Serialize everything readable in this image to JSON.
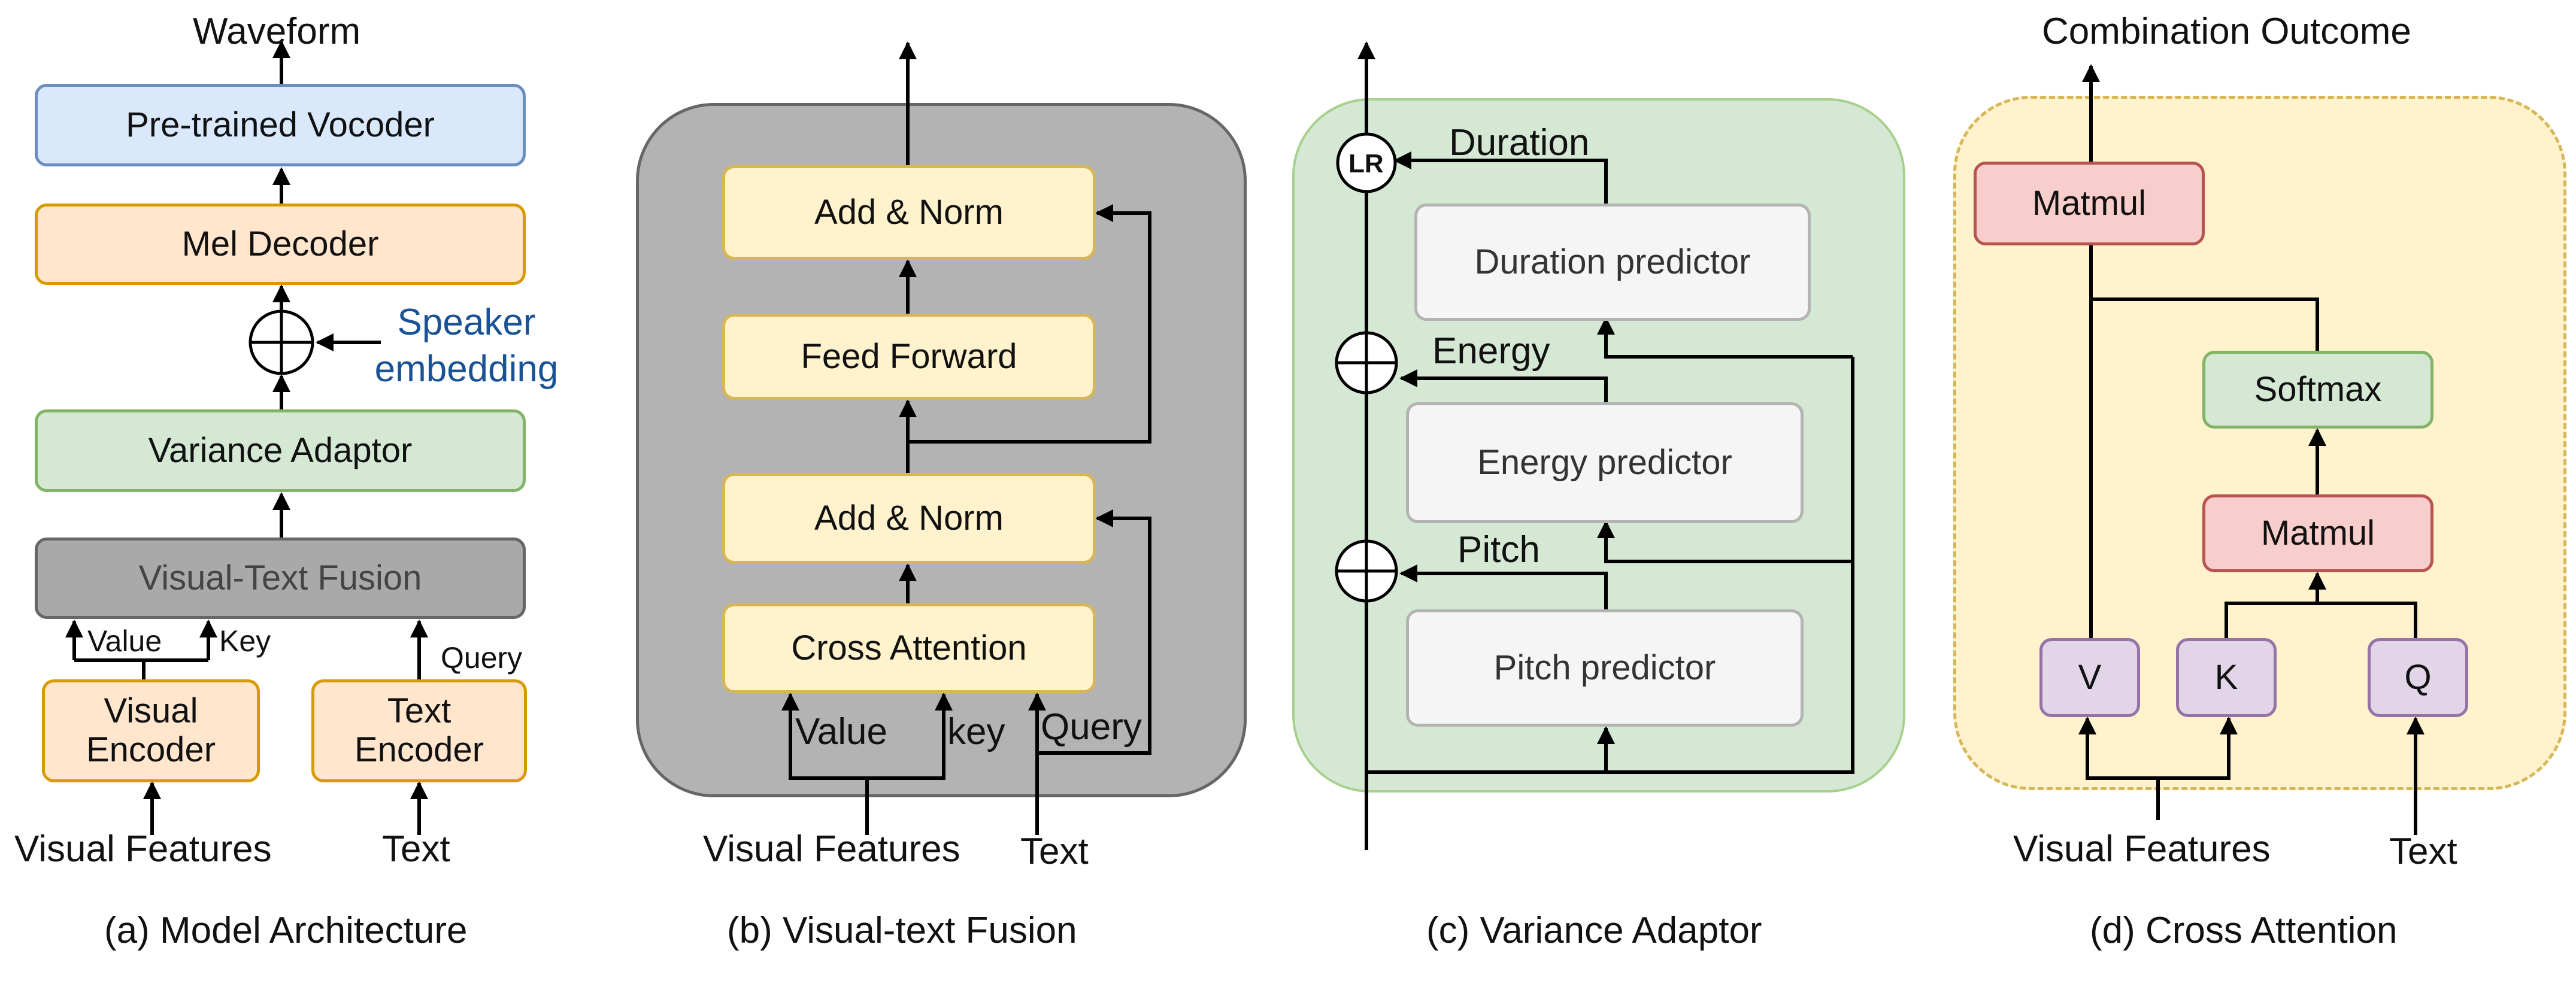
{
  "panel_a": {
    "output_label": "Waveform",
    "vocoder": "Pre-trained Vocoder",
    "mel_decoder": "Mel Decoder",
    "speaker_embedding_line1": "Speaker",
    "speaker_embedding_line2": "embedding",
    "variance_adaptor": "Variance Adaptor",
    "fusion": "Visual-Text Fusion",
    "value_label": "Value",
    "key_label": "Key",
    "query_label": "Query",
    "visual_encoder_line1": "Visual",
    "visual_encoder_line2": "Encoder",
    "text_encoder_line1": "Text",
    "text_encoder_line2": "Encoder",
    "input_visual": "Visual Features",
    "input_text": "Text",
    "caption": "(a) Model Architecture"
  },
  "panel_b": {
    "add_norm_top": "Add & Norm",
    "feed_forward": "Feed Forward",
    "add_norm_bottom": "Add & Norm",
    "cross_attention": "Cross Attention",
    "value_label": "Value",
    "key_label": "key",
    "query_label": "Query",
    "input_visual": "Visual Features",
    "input_text": "Text",
    "caption": "(b) Visual-text Fusion"
  },
  "panel_c": {
    "lr_label": "LR",
    "duration_label": "Duration",
    "duration_predictor": "Duration predictor",
    "energy_label": "Energy",
    "energy_predictor": "Energy predictor",
    "pitch_label": "Pitch",
    "pitch_predictor": "Pitch predictor",
    "caption": "(c) Variance Adaptor"
  },
  "panel_d": {
    "output_label": "Combination Outcome",
    "matmul_top": "Matmul",
    "softmax": "Softmax",
    "matmul_bottom": "Matmul",
    "v_label": "V",
    "k_label": "K",
    "q_label": "Q",
    "input_visual": "Visual Features",
    "input_text": "Text",
    "caption": "(d) Cross Attention"
  },
  "colors": {
    "blue_fill": "#dae8fc",
    "orange_fill": "#ffe6cc",
    "green_fill": "#d5e8d4",
    "gray_fill": "#a9a9a9",
    "yellow_fill": "#fff2cc",
    "light_fill": "#f5f5f5",
    "red_fill": "#f8cecc",
    "purple_fill": "#e1d5e7",
    "speaker_text": "#1a5296",
    "panel_c_bg": "#d5e8d4",
    "panel_d_bg": "#fff2cc"
  }
}
